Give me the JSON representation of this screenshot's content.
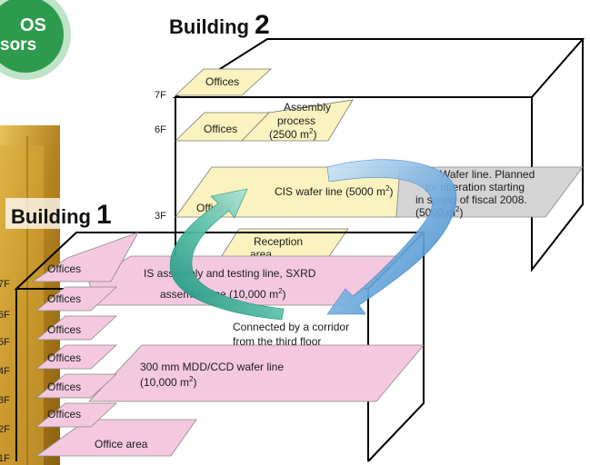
{
  "badge": {
    "line1": "OS",
    "line2": "sors"
  },
  "building2": {
    "word": "Building",
    "number": "2",
    "floors": [
      "7F",
      "6F",
      "3F"
    ],
    "offices_7f": "Offices",
    "offices_6f": "Offices",
    "assembly": [
      "Assembly",
      "process",
      "(2500 m",
      "2",
      ")"
    ],
    "offices_3f": "Offices",
    "cis_line": [
      "CIS wafer line (5000 m",
      "2",
      ")"
    ],
    "wafer_note": [
      "Wafer line. Planned",
      "for operation starting",
      "in spring of fiscal 2008.",
      "(5000 m",
      "2",
      ")"
    ],
    "reception": [
      "Reception",
      "area"
    ]
  },
  "building1": {
    "word": "Building",
    "number": "1",
    "floors": [
      "7F",
      "6F",
      "5F",
      "4F",
      "3F",
      "2F",
      "1F"
    ],
    "offices": [
      "Offices",
      "Offices",
      "Offices",
      "Offices",
      "Offices",
      "Offices"
    ],
    "is_line": [
      "IS assembly and testing line, SXRD",
      "assembly line (10,000 m",
      "2",
      ")"
    ],
    "mdd_line": [
      "300 mm MDD/CCD wafer line",
      "(10,000 m",
      "2",
      ")"
    ],
    "office_area": "Office area"
  },
  "corridor": [
    "Connected by a corridor",
    "from the third floor"
  ],
  "colors": {
    "yellow_floor": "#fbf3bf",
    "pink_floor": "#f4c9df",
    "gray_floor": "#d4d4d4",
    "arrow_blue": "#4a90d0",
    "arrow_teal": "#1f9e8a",
    "badge_green": "#2e9a4e",
    "photo_gold": "#c89a2a"
  }
}
